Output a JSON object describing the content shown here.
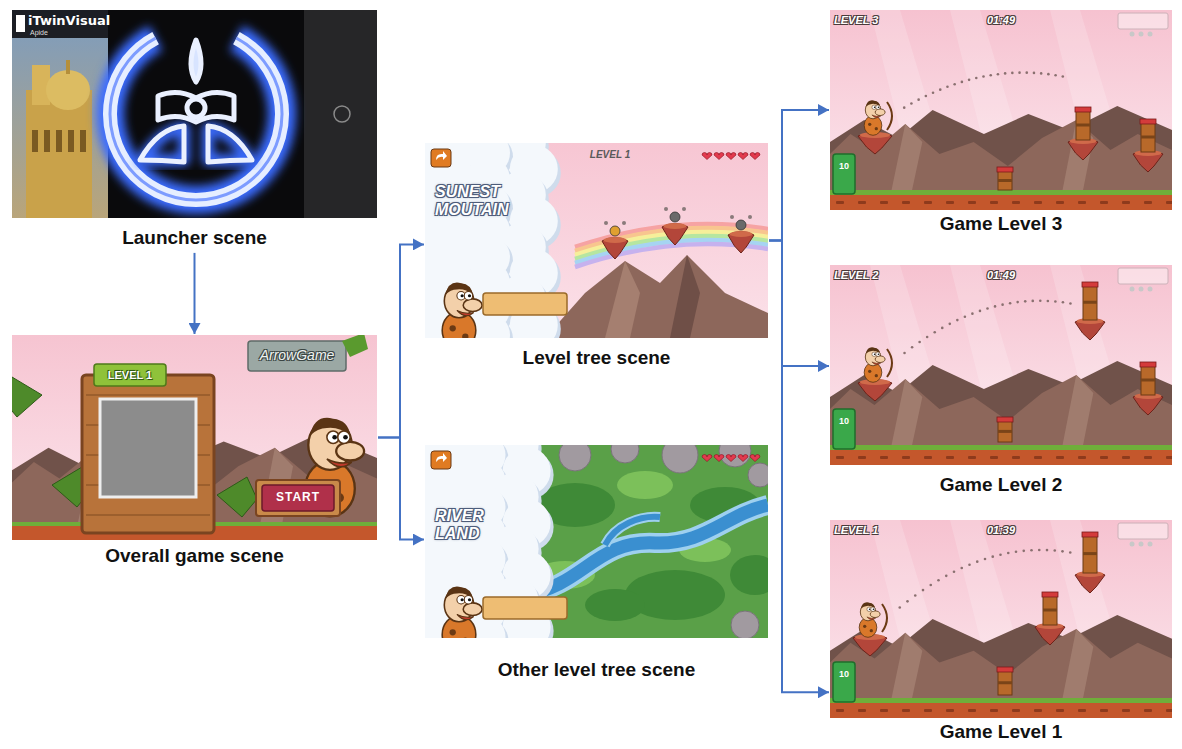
{
  "diagram": {
    "nodes": [
      {
        "text": [
          "Launcher scene",
          "iTwinVisual",
          "Apide"
        ]
      },
      {
        "text": [
          "Overall game scene",
          "LEVEL 1",
          "ArrowGame",
          "START"
        ]
      },
      {
        "text": [
          "Level tree scene",
          "SUNEST MOUTAIN",
          "LEVEL 1"
        ]
      },
      {
        "text": [
          "Other level tree scene",
          "RIVER LAND"
        ]
      },
      {
        "text": [
          "Game Level 3",
          "LEVEL 3",
          "01:49",
          "10"
        ]
      },
      {
        "text": [
          "Game Level 2",
          "LEVEL 2",
          "01:49",
          "10"
        ]
      },
      {
        "text": [
          "Game Level 1",
          "LEVEL 1",
          "01:39",
          "10"
        ]
      }
    ],
    "edges": [
      {
        "from": 0,
        "to": 1,
        "arrow": "to"
      },
      {
        "from": 1,
        "to": 2,
        "arrow": "to"
      },
      {
        "from": 1,
        "to": 3,
        "arrow": "to"
      },
      {
        "from": 2,
        "to": 4,
        "arrow": "to"
      },
      {
        "from": 2,
        "to": 5,
        "arrow": "to"
      },
      {
        "from": 2,
        "to": 6,
        "arrow": "to"
      }
    ]
  }
}
